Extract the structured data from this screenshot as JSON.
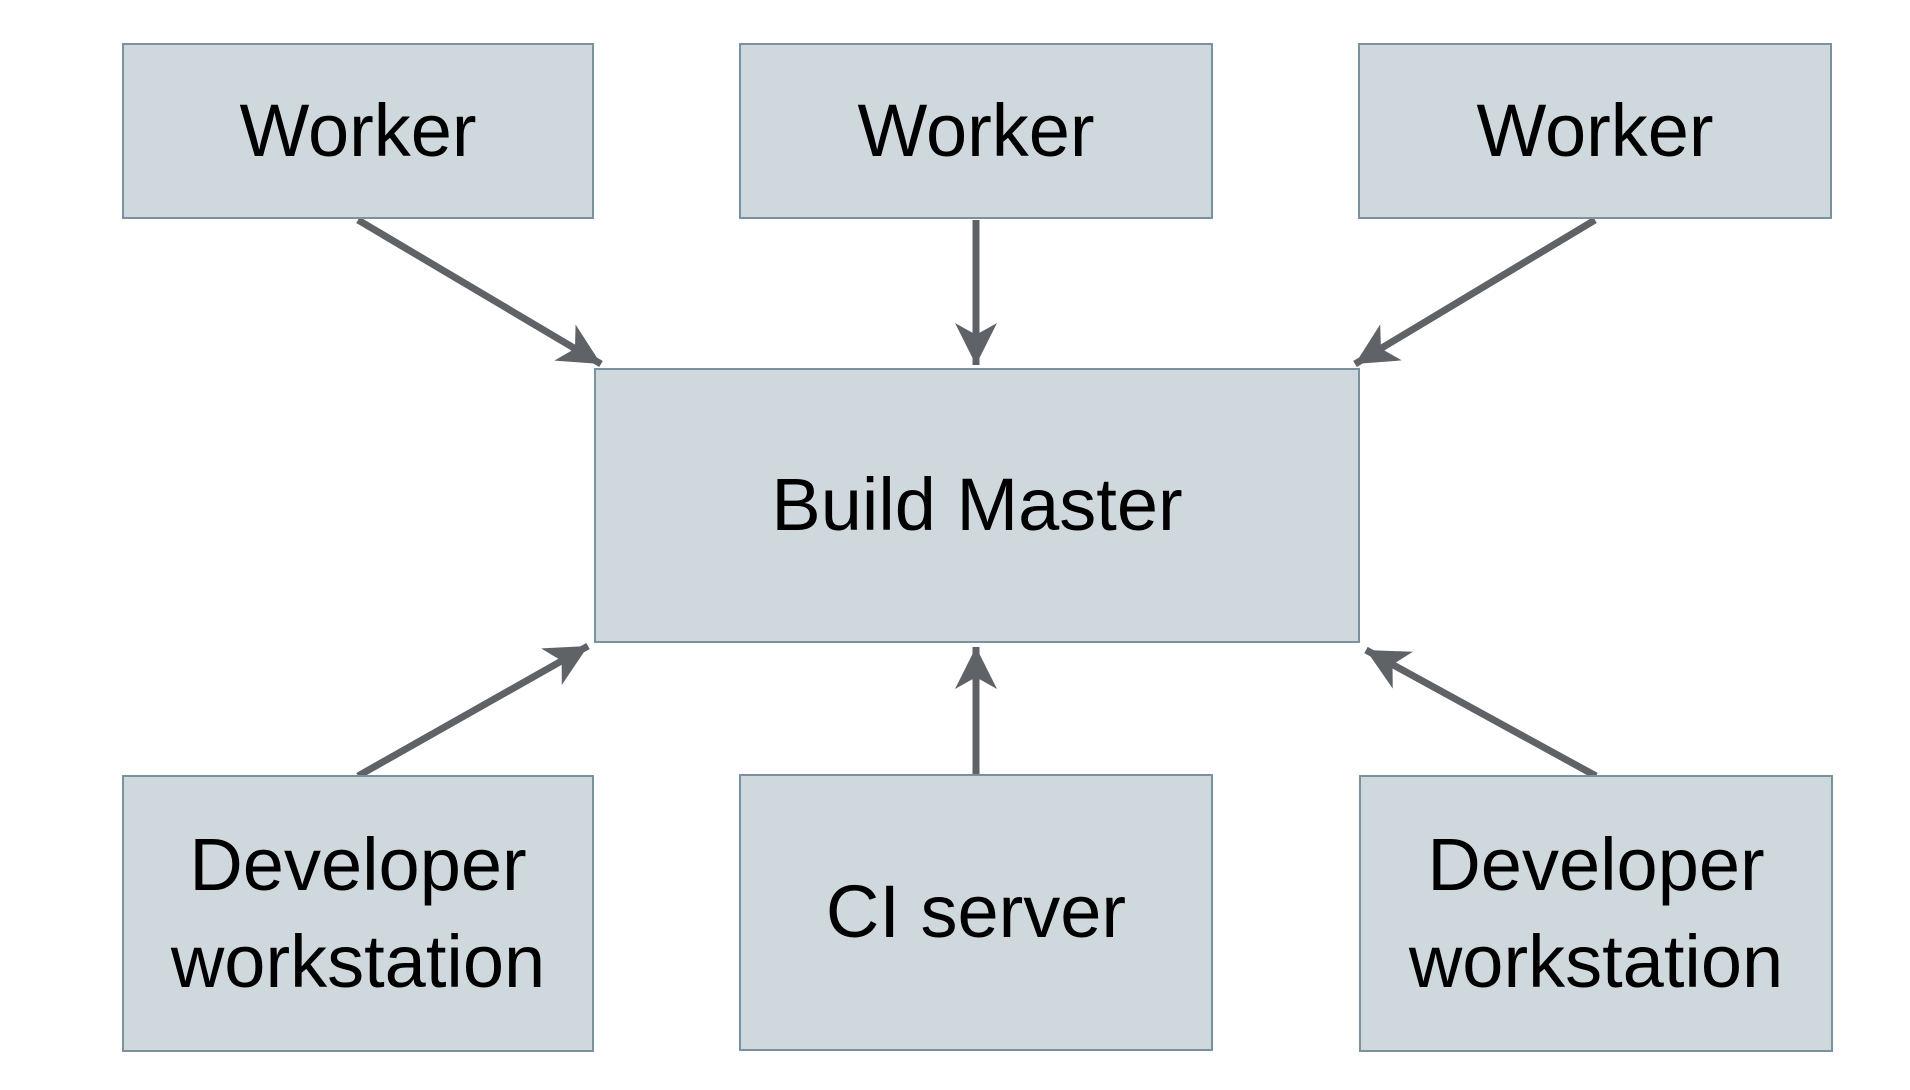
{
  "diagram": {
    "type": "node-edge-architecture",
    "nodes": [
      {
        "id": "worker-1",
        "label": "Worker"
      },
      {
        "id": "worker-2",
        "label": "Worker"
      },
      {
        "id": "worker-3",
        "label": "Worker"
      },
      {
        "id": "build-master",
        "label": "Build Master"
      },
      {
        "id": "dev-workstation-left",
        "label": "Developer workstation"
      },
      {
        "id": "ci-server",
        "label": "CI server"
      },
      {
        "id": "dev-workstation-right",
        "label": "Developer workstation"
      }
    ],
    "edges": [
      {
        "from": "worker-1",
        "to": "build-master",
        "direction": "down-right"
      },
      {
        "from": "worker-2",
        "to": "build-master",
        "direction": "down"
      },
      {
        "from": "worker-3",
        "to": "build-master",
        "direction": "down-left"
      },
      {
        "from": "dev-workstation-left",
        "to": "build-master",
        "direction": "up-right"
      },
      {
        "from": "ci-server",
        "to": "build-master",
        "direction": "up"
      },
      {
        "from": "dev-workstation-right",
        "to": "build-master",
        "direction": "up-left"
      }
    ],
    "colors": {
      "background": "#ffffff",
      "node_fill": "#cfd8dc",
      "node_border": "#7a919e",
      "arrow": "#5f6368",
      "text": "#000000"
    }
  }
}
